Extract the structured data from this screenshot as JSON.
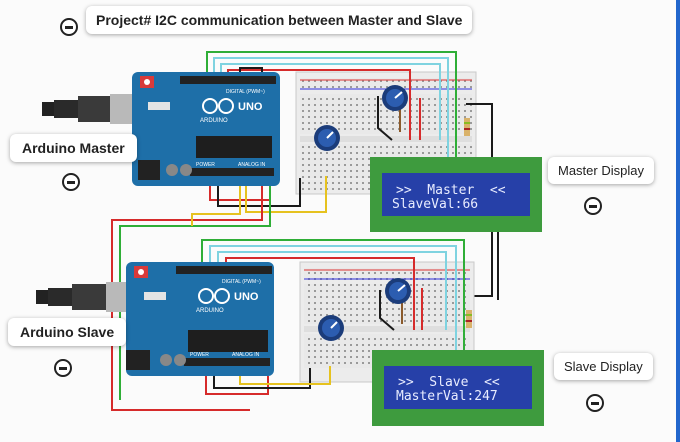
{
  "title": "Project# I2C communication between Master and Slave",
  "notes": {
    "arduino_master": "Arduino Master",
    "arduino_slave": "Arduino Slave",
    "master_display": "Master Display",
    "slave_display": "Slave Display"
  },
  "boards": {
    "master": {
      "brand": "UNO",
      "digital_label": "DIGITAL (PWM~)",
      "power_label": "POWER",
      "analog_label": "ANALOG IN",
      "maker": "ARDUINO"
    },
    "slave": {
      "brand": "UNO",
      "digital_label": "DIGITAL (PWM~)",
      "power_label": "POWER",
      "analog_label": "ANALOG IN",
      "maker": "ARDUINO"
    }
  },
  "displays": {
    "master": {
      "line1": ">>  Master  <<",
      "line2": "SlaveVal:66"
    },
    "slave": {
      "line1": ">>  Slave  <<",
      "line2": "MasterVal:247"
    }
  },
  "colors": {
    "board": "#1e6fa8",
    "lcd_pcb": "#3e9b3e",
    "lcd_screen": "#2640a8",
    "wire_red": "#d62b2b",
    "wire_yellow": "#e6c21f",
    "wire_green": "#2fae37",
    "wire_black": "#1a1a1a",
    "wire_cyan": "#7fd3e0",
    "wire_brown": "#8b5a2b"
  }
}
